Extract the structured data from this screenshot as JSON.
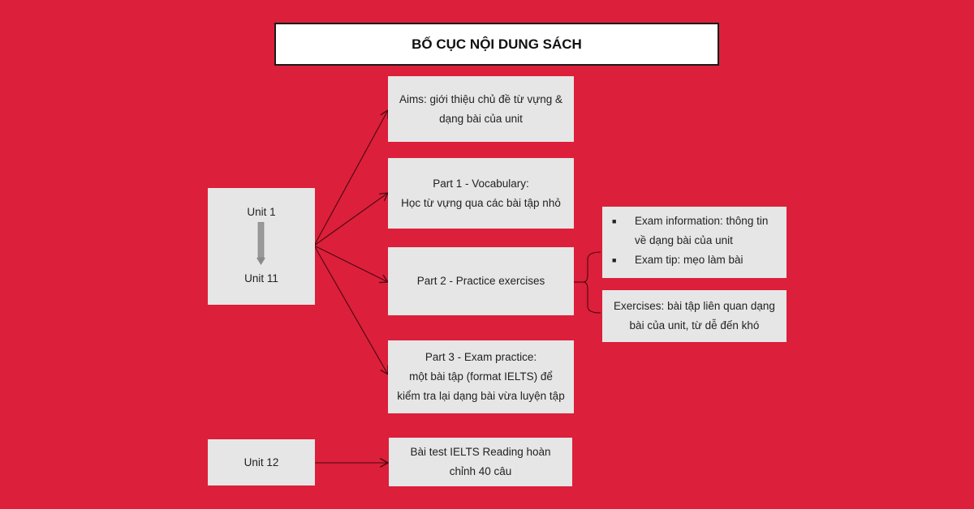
{
  "title": "BỐ CỤC NỘI DUNG SÁCH",
  "left": {
    "units_range": {
      "start": "Unit 1",
      "end": "Unit 11"
    },
    "unit_12": "Unit 12"
  },
  "sections": {
    "aims": {
      "line1": "Aims: giới thiệu chủ đề từ vựng &",
      "line2": "dạng bài của unit"
    },
    "part1": {
      "line1": "Part 1 - Vocabulary:",
      "line2": "Học từ vựng qua các bài tập nhỏ"
    },
    "part2": {
      "line1": "Part 2 - Practice exercises"
    },
    "part3": {
      "line1": "Part 3 - Exam practice:",
      "line2": "một bài tập (format IELTS) để",
      "line3": "kiểm tra lại dạng bài vừa luyện tập"
    },
    "final_test": {
      "line1": "Bài test IELTS Reading hoàn",
      "line2": "chỉnh 40 câu"
    }
  },
  "part2_details": {
    "bullets": [
      {
        "line1": "Exam information: thông tin",
        "line2": "về dạng bài của unit"
      },
      {
        "line1": "Exam tip: mẹo làm bài"
      }
    ],
    "exercises": {
      "line1": "Exercises: bài tập liên quan dạng",
      "line2": "bài của unit, từ dễ đến khó"
    }
  },
  "colors": {
    "background": "#dc1f3a",
    "box": "#e6e6e6",
    "arrow": "#5a0a12"
  }
}
